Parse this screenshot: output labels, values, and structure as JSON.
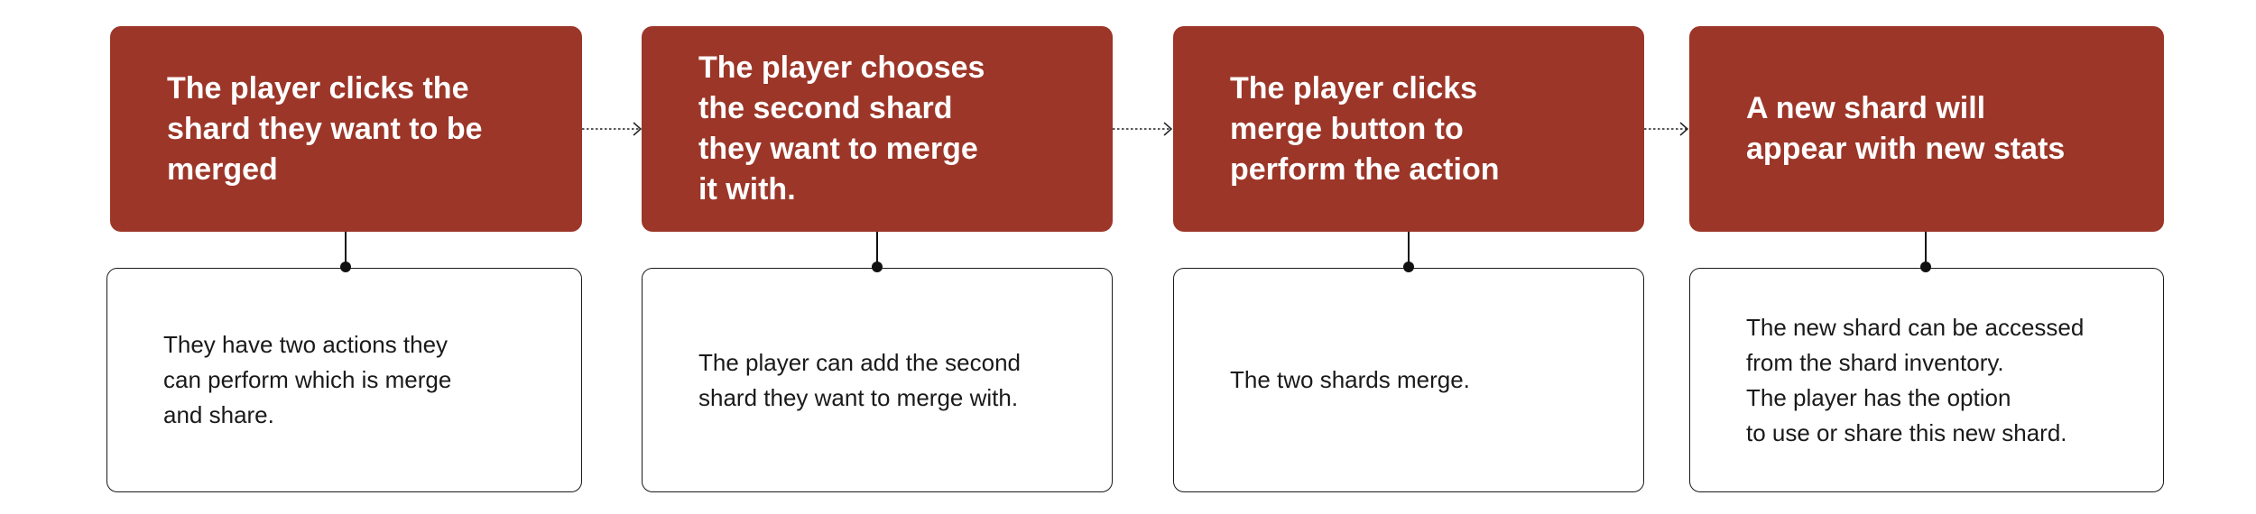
{
  "steps": [
    {
      "title": "The player clicks the\nshard they want to be\nmerged",
      "description": "They have two actions they\ncan perform which is merge\nand share."
    },
    {
      "title": "The player chooses\nthe second shard\nthey want to merge\nit with.",
      "description": "The player can add the second\nshard they want to merge with."
    },
    {
      "title": "The player clicks\nmerge button to\nperform the action",
      "description": "The two shards merge."
    },
    {
      "title": "A new shard will\nappear with new stats",
      "description": "The new shard can be accessed\nfrom the shard inventory.\nThe player has the option\nto use or share this new shard."
    }
  ],
  "colors": {
    "header_fill": "#9c3628",
    "header_text": "#ffffff",
    "detail_border": "#1a1a1a",
    "connector": "#111111"
  }
}
